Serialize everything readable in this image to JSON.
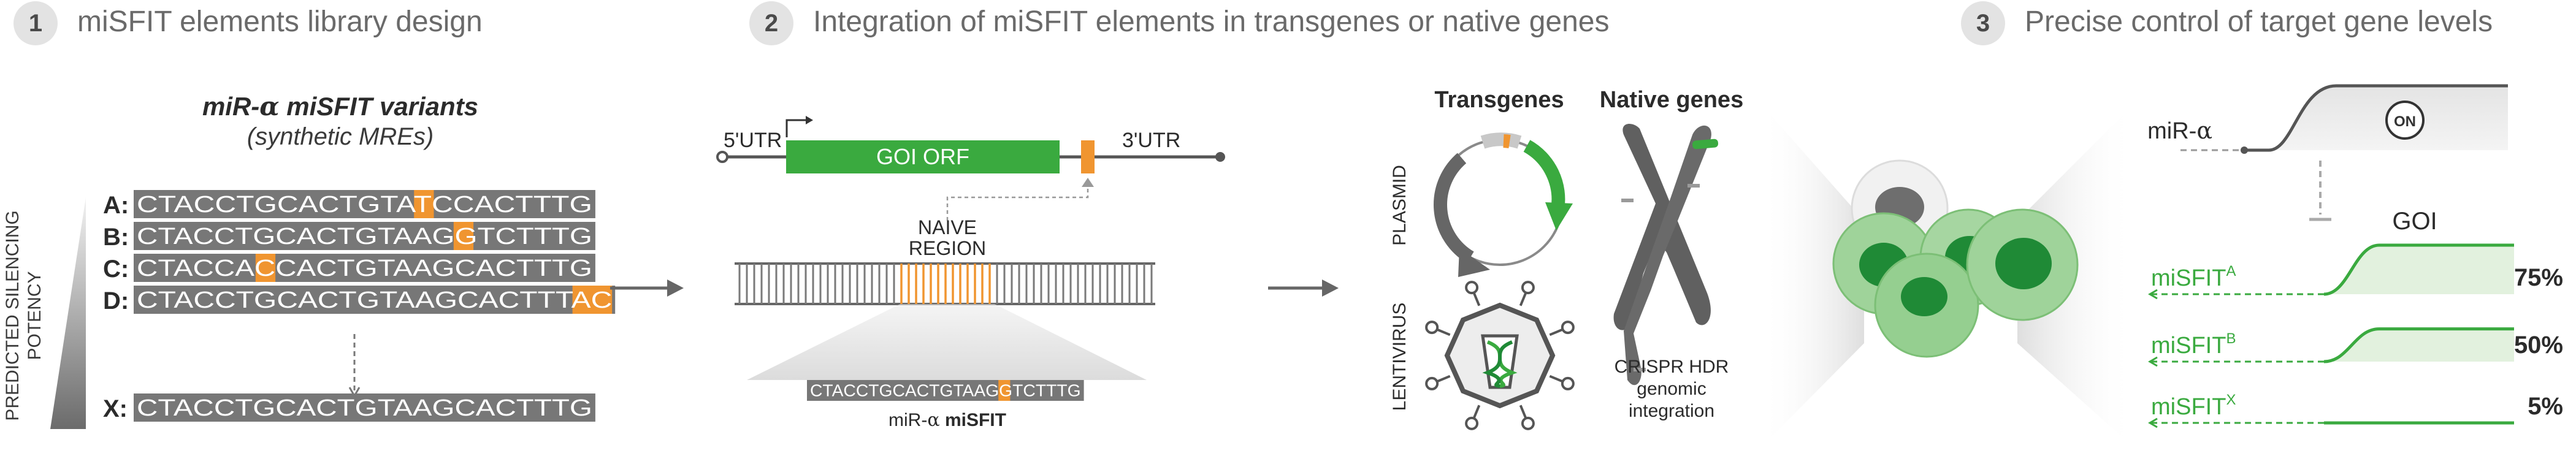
{
  "steps": [
    {
      "number": "1",
      "title": "miSFIT elements library design"
    },
    {
      "number": "2",
      "title": "Integration of miSFIT elements in transgenes or native genes"
    },
    {
      "number": "3",
      "title": "Precise control of target gene levels"
    }
  ],
  "library": {
    "heading_a": "miR-",
    "heading_alpha": "α",
    "heading_b": " miSFIT variants",
    "subheading": "(synthetic MREs)",
    "axis_label_1": "PREDICTED SILENCING",
    "axis_label_2": "POTENCY",
    "variants": [
      {
        "label": "A:",
        "sequence": "CTACCTGCACTGTATCCACTTTG",
        "mismatch_index": 14
      },
      {
        "label": "B:",
        "sequence": "CTACCTGCACTGTAAGGTCTTTG",
        "mismatch_index": 16
      },
      {
        "label": "C:",
        "sequence": "CTACCACCACTGTAAGCACTTTG",
        "mismatch_index": 6
      },
      {
        "label": "D:",
        "sequence": "CTACCTGCACTGTAAGCACTTTAC",
        "mismatch_index": 22
      },
      {
        "label": "X:",
        "sequence": "CTACCTGCACTGTAAGCACTTTG",
        "mismatch_index": -1
      }
    ]
  },
  "integration": {
    "utr5": "5'UTR",
    "utr3": "3'UTR",
    "orf": "GOI ORF",
    "naive_1": "NAIVE",
    "naive_2": "REGION",
    "inserted_sequence": "CTACCTGCACTGTAAGGTCTTTG",
    "inserted_mismatch_index": 16,
    "inserted_caption_a": "miR-",
    "inserted_caption_alpha": "α",
    "inserted_caption_b": " miSFIT"
  },
  "delivery": {
    "transgenes": "Transgenes",
    "native_genes": "Native genes",
    "plasmid": "PLASMID",
    "lentivirus": "LENTIVIRUS",
    "crispr_1": "CRISPR HDR",
    "crispr_2": "genomic",
    "crispr_3": "integration"
  },
  "control": {
    "mir_label_a": "miR-",
    "mir_label_alpha": "α",
    "on_label": "ON",
    "goi_label": "GOI",
    "outputs": [
      {
        "name": "miSFIT",
        "sup": "A",
        "percent": "75%",
        "level": 0.75
      },
      {
        "name": "miSFIT",
        "sup": "B",
        "percent": "50%",
        "level": 0.5
      },
      {
        "name": "miSFIT",
        "sup": "X",
        "percent": "5%",
        "level": 0.05
      }
    ]
  },
  "colors": {
    "green": "#3aaa3f",
    "dark_green": "#1f8a36",
    "light_green": "#d8ecd3",
    "orange": "#f09530",
    "gray_dark": "#5e5e5e",
    "gray_seq": "#777777"
  }
}
